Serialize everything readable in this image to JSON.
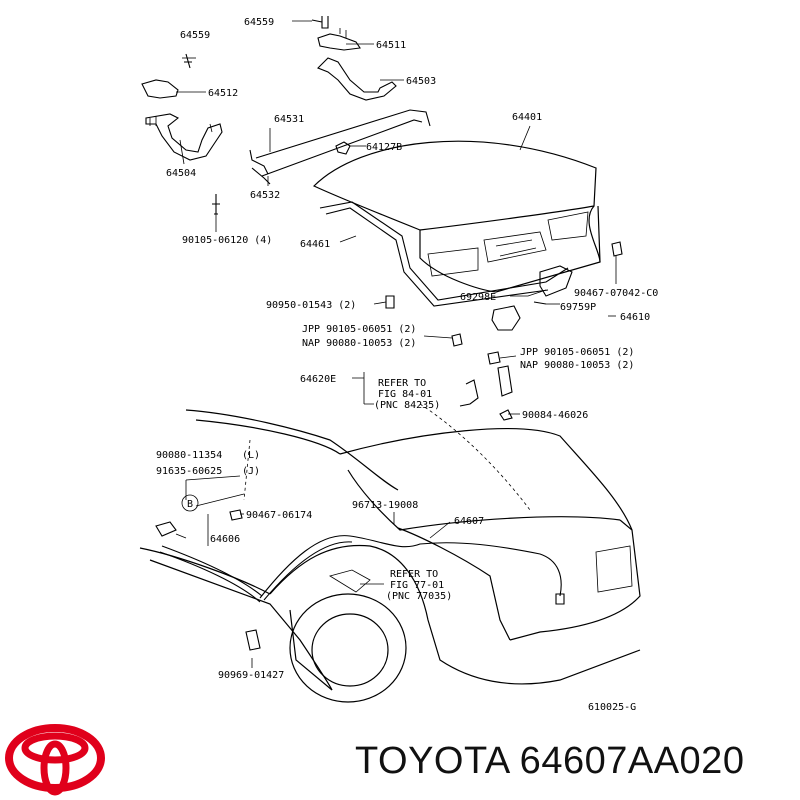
{
  "diagram": {
    "labels": [
      {
        "id": "p64559a",
        "text": "64559"
      },
      {
        "id": "p64511",
        "text": "64511"
      },
      {
        "id": "p64503",
        "text": "64503"
      },
      {
        "id": "p64559b",
        "text": "64559"
      },
      {
        "id": "p64512",
        "text": "64512"
      },
      {
        "id": "p64531",
        "text": "64531"
      },
      {
        "id": "p64401",
        "text": "64401"
      },
      {
        "id": "p64127b",
        "text": "64127B"
      },
      {
        "id": "p64504",
        "text": "64504"
      },
      {
        "id": "p64532",
        "text": "64532"
      },
      {
        "id": "p90105_06120",
        "text": "90105-06120 (4)"
      },
      {
        "id": "p64461",
        "text": "64461"
      },
      {
        "id": "p90467_07042",
        "text": "90467-07042-C0"
      },
      {
        "id": "p69298e",
        "text": "69298E"
      },
      {
        "id": "p69759p",
        "text": "69759P"
      },
      {
        "id": "p90950",
        "text": "90950-01543 (2)"
      },
      {
        "id": "p64610",
        "text": "64610"
      },
      {
        "id": "pjpp1",
        "text": "JPP 90105-06051 (2)"
      },
      {
        "id": "pnap1",
        "text": "NAP 90080-10053 (2)"
      },
      {
        "id": "pjpp2",
        "text": "JPP  90105-06051 (2)"
      },
      {
        "id": "pnap2",
        "text": "NAP  90080-10053 (2)"
      },
      {
        "id": "p64620e",
        "text": "64620E"
      },
      {
        "id": "pref1a",
        "text": "REFER TO"
      },
      {
        "id": "pref1b",
        "text": "FIG 84-01"
      },
      {
        "id": "pref1c",
        "text": "(PNC 84235)"
      },
      {
        "id": "p90084",
        "text": "90084-46026"
      },
      {
        "id": "p90080_11354",
        "text": "90080-11354"
      },
      {
        "id": "pL",
        "text": "(L)"
      },
      {
        "id": "p91635",
        "text": "91635-60625"
      },
      {
        "id": "pJ",
        "text": "(J)"
      },
      {
        "id": "pB",
        "text": "B"
      },
      {
        "id": "p90467_06174",
        "text": "90467-06174"
      },
      {
        "id": "p96713",
        "text": "96713-19008"
      },
      {
        "id": "p64607",
        "text": "64607"
      },
      {
        "id": "p64606",
        "text": "64606"
      },
      {
        "id": "pref2a",
        "text": "REFER TO"
      },
      {
        "id": "pref2b",
        "text": "FIG 77-01"
      },
      {
        "id": "pref2c",
        "text": "(PNC 77035)"
      },
      {
        "id": "p90969",
        "text": "90969-01427"
      },
      {
        "id": "pcode",
        "text": "610025-G"
      }
    ]
  },
  "brand": {
    "logo": "toyota-logo-icon",
    "caption": "TOYOTA 64607AA020",
    "logo_color": "#e0001b"
  }
}
